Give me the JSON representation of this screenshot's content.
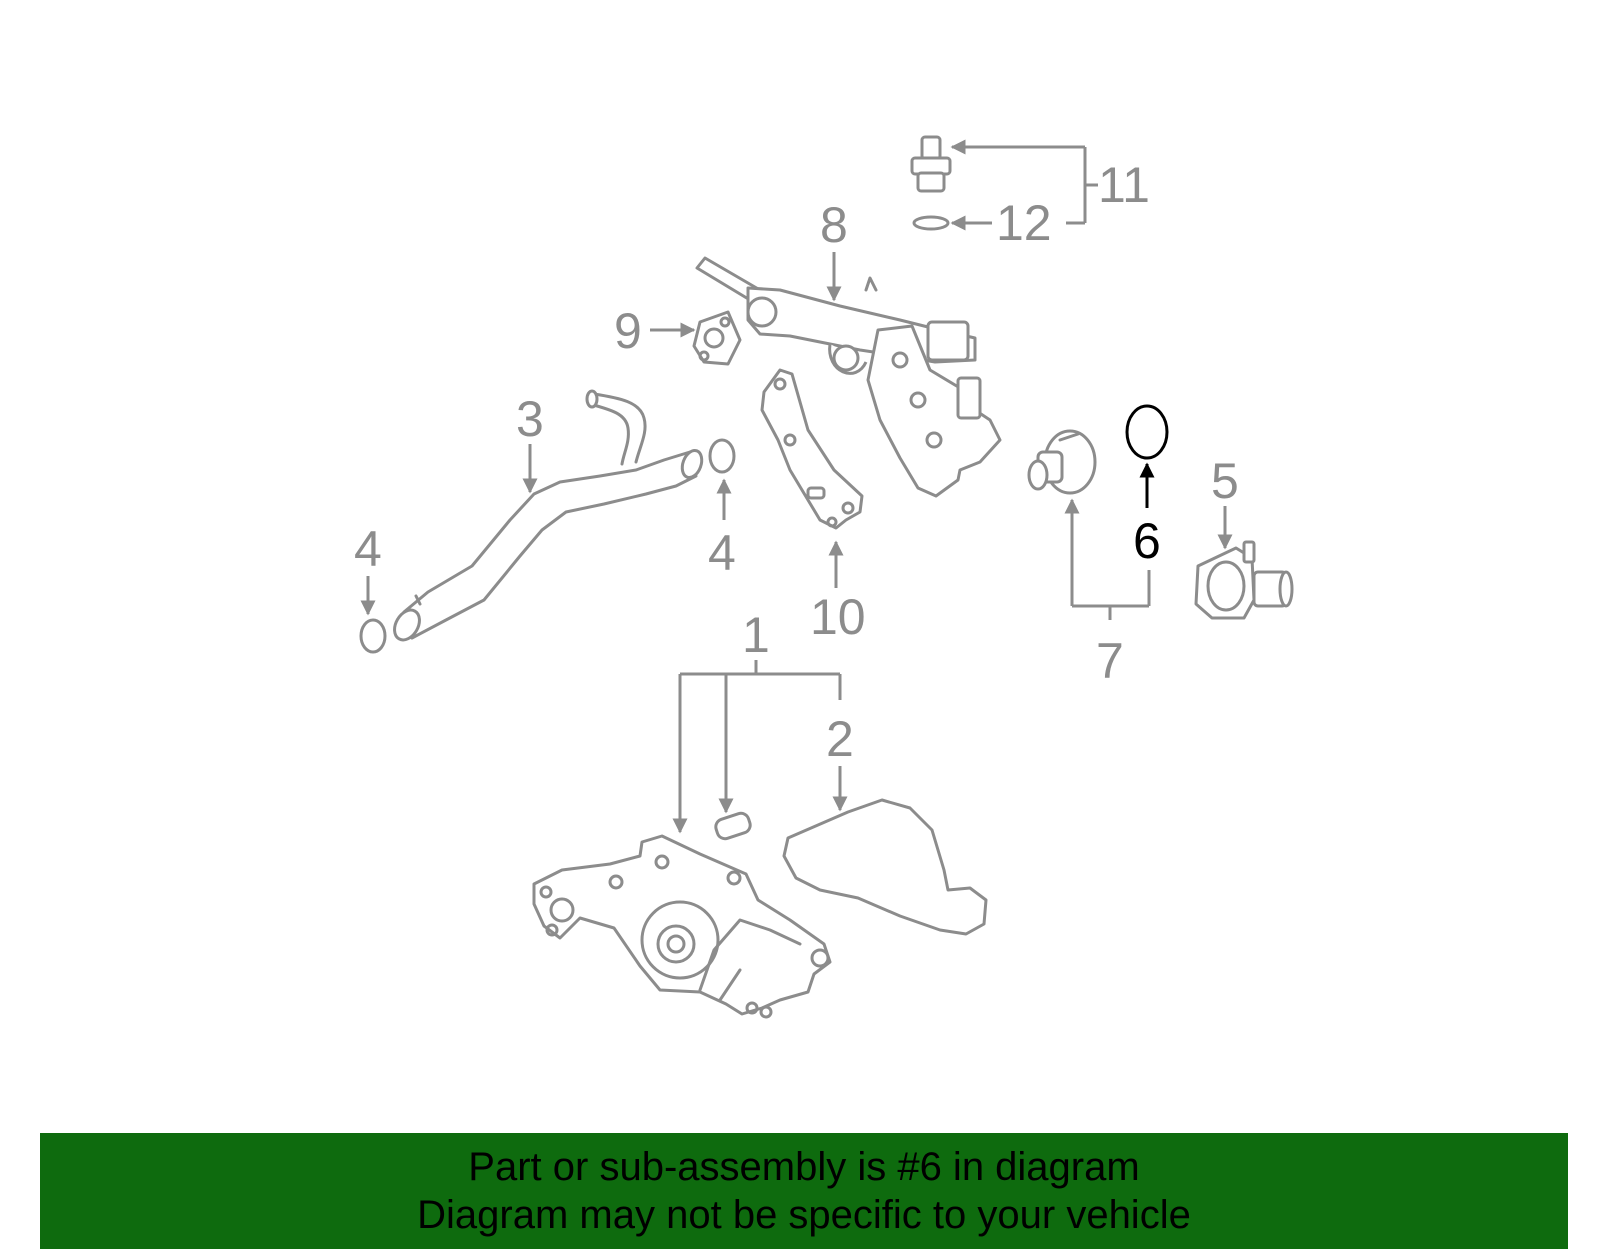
{
  "diagram": {
    "highlight_color": "#000000",
    "part_color": "#8c8c8c",
    "callouts": {
      "c1": "1",
      "c2": "2",
      "c3": "3",
      "c4a": "4",
      "c4b": "4",
      "c5": "5",
      "c6": "6",
      "c7": "7",
      "c8": "8",
      "c9": "9",
      "c10": "10",
      "c11": "11",
      "c12": "12"
    }
  },
  "banner": {
    "background_color": "#0e6b0e",
    "line1": "Part or sub-assembly is #6 in diagram",
    "line2": "Diagram may not be specific to your vehicle"
  }
}
